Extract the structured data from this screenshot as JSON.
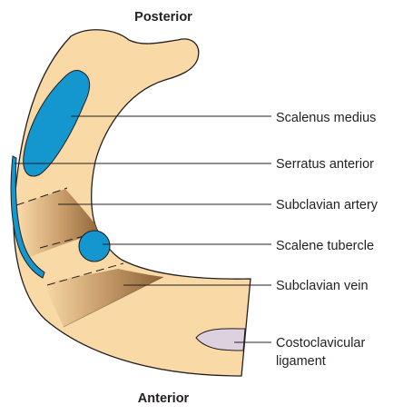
{
  "orientation": {
    "top": "Posterior",
    "bottom": "Anterior"
  },
  "labels": {
    "scalenus_medius": "Scalenus medius",
    "serratus_anterior": "Serratus anterior",
    "subclavian_artery": "Subclavian artery",
    "scalene_tubercle": "Scalene tubercle",
    "subclavian_vein": "Subclavian vein",
    "costoclavicular_1": "Costoclavicular",
    "costoclavicular_2": "ligament"
  },
  "colors": {
    "bone": "#f9d9a6",
    "muscle": "#1496cf",
    "groove_dark": "#9c7446",
    "ligament": "#ddd0df",
    "outline": "#231f20"
  }
}
